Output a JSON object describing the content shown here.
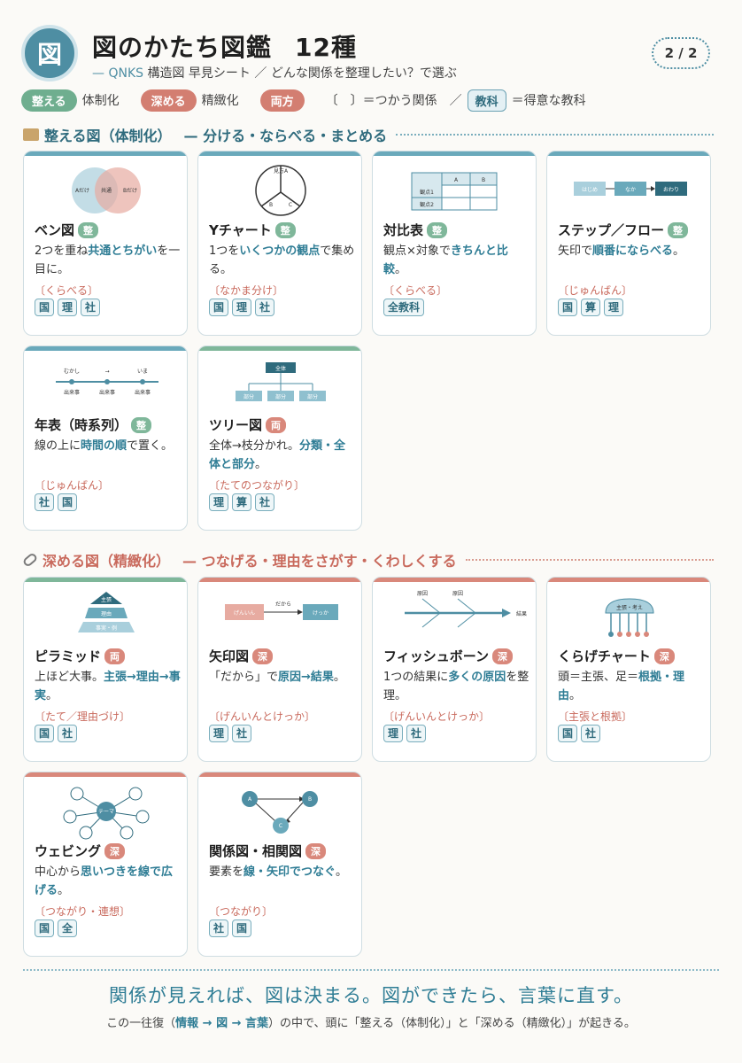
{
  "header": {
    "logo": "図",
    "title": "図のかたち図鑑",
    "title_count": "12種",
    "subtitle_brand": "— QNKS",
    "subtitle_rest": "構造図 早見シート ／ どんな関係を整理したい？で選ぶ",
    "page": "2 / 2"
  },
  "legend": {
    "organize_pill": "整える",
    "organize_text": "体制化",
    "deepen_pill": "深める",
    "deepen_text": "精緻化",
    "both_pill": "両方",
    "relation_note": "〔　〕＝つかう関係　／",
    "subject_pill": "教科",
    "subject_note": "＝得意な教科"
  },
  "sections": {
    "organize": {
      "title": "整える図（体制化）",
      "caption": "— 分ける・ならべる・まとめる"
    },
    "deepen": {
      "title": "深める図（精緻化）",
      "caption": "— つなげる・理由をさがす・くわしくする"
    }
  },
  "cards": [
    {
      "name": "ベン図",
      "tag": "整",
      "desc_pre": "2つを重ね",
      "desc_hl": "共通とちがい",
      "desc_post": "を一目に。",
      "rel": "〔くらべる〕",
      "subjects": [
        "国",
        "理",
        "社"
      ],
      "fig_labels": [
        "Aだけ",
        "共通",
        "Bだけ"
      ]
    },
    {
      "name": "Yチャート",
      "tag": "整",
      "desc_pre": "1つを",
      "desc_hl": "いくつかの観点",
      "desc_post": "で集める。",
      "rel": "〔なかま分け〕",
      "subjects": [
        "国",
        "理",
        "社"
      ],
      "fig_labels": [
        "見方A",
        "B",
        "C"
      ]
    },
    {
      "name": "対比表",
      "tag": "整",
      "desc_pre": "観点×対象で",
      "desc_hl": "きちんと比較",
      "desc_post": "。",
      "rel": "〔くらべる〕",
      "subjects": [
        "全教科"
      ],
      "fig_labels": [
        "A",
        "B",
        "観点1",
        "観点2"
      ]
    },
    {
      "name": "ステップ／フロー",
      "tag": "整",
      "desc_pre": "矢印で",
      "desc_hl": "順番にならべる",
      "desc_post": "。",
      "rel": "〔じゅんばん〕",
      "subjects": [
        "国",
        "算",
        "理"
      ],
      "fig_labels": [
        "はじめ",
        "なか",
        "おわり"
      ]
    },
    {
      "name": "年表（時系列）",
      "tag": "整",
      "desc_pre": "線の上に",
      "desc_hl": "時間の順",
      "desc_post": "で置く。",
      "rel": "〔じゅんばん〕",
      "subjects": [
        "社",
        "国"
      ],
      "fig_labels": [
        "むかし",
        "→",
        "いま",
        "出来事",
        "出来事",
        "出来事"
      ]
    },
    {
      "name": "ツリー図",
      "tag": "両",
      "desc_pre": "全体→枝分かれ。",
      "desc_hl": "分類・全体と部分",
      "desc_post": "。",
      "rel": "〔たてのつながり〕",
      "subjects": [
        "理",
        "算",
        "社"
      ],
      "fig_labels": [
        "全体",
        "部分",
        "部分",
        "部分"
      ]
    },
    {
      "name": "ピラミッド",
      "tag": "両",
      "desc_pre": "上ほど大事。",
      "desc_hl": "主張→理由→事実",
      "desc_post": "。",
      "rel": "〔たて／理由づけ〕",
      "subjects": [
        "国",
        "社"
      ],
      "fig_labels": [
        "主張",
        "理由",
        "事実・例"
      ]
    },
    {
      "name": "矢印図",
      "tag": "深",
      "desc_pre": "「だから」で",
      "desc_hl": "原因→結果",
      "desc_post": "。",
      "rel": "〔げんいんとけっか〕",
      "subjects": [
        "理",
        "社"
      ],
      "fig_labels": [
        "げんいん",
        "だから",
        "けっか"
      ]
    },
    {
      "name": "フィッシュボーン",
      "tag": "深",
      "desc_pre": "1つの結果に",
      "desc_hl": "多くの原因",
      "desc_post": "を整理。",
      "rel": "〔げんいんとけっか〕",
      "subjects": [
        "理",
        "社"
      ],
      "fig_labels": [
        "原因",
        "原因",
        "結果"
      ]
    },
    {
      "name": "くらげチャート",
      "tag": "深",
      "desc_pre": "頭＝主張、足＝",
      "desc_hl": "根拠・理由",
      "desc_post": "。",
      "rel": "〔主張と根拠〕",
      "subjects": [
        "国",
        "社"
      ],
      "fig_labels": [
        "主張・考え"
      ]
    },
    {
      "name": "ウェビング",
      "tag": "深",
      "desc_pre": "中心から",
      "desc_hl": "思いつきを線で広げる",
      "desc_post": "。",
      "rel": "〔つながり・連想〕",
      "subjects": [
        "国",
        "全"
      ],
      "fig_labels": [
        "テーマ"
      ]
    },
    {
      "name": "関係図・相関図",
      "tag": "深",
      "desc_pre": "要素を",
      "desc_hl": "線・矢印でつなぐ",
      "desc_post": "。",
      "rel": "〔つながり〕",
      "subjects": [
        "社",
        "国"
      ],
      "fig_labels": [
        "A",
        "B",
        "C"
      ]
    }
  ],
  "footer": {
    "main": "関係が見えれば、図は決まる。図ができたら、言葉に直す。",
    "sub_pre": "この一往復（",
    "sub_hl": "情報 → 図 → 言葉",
    "sub_post": "）の中で、頭に「整える（体制化）」と「深める（精緻化）」が起きる。"
  },
  "colors": {
    "accent_blue": "#4e8ea3",
    "organize_green": "#6fae8f",
    "deepen_red": "#d37e71"
  }
}
